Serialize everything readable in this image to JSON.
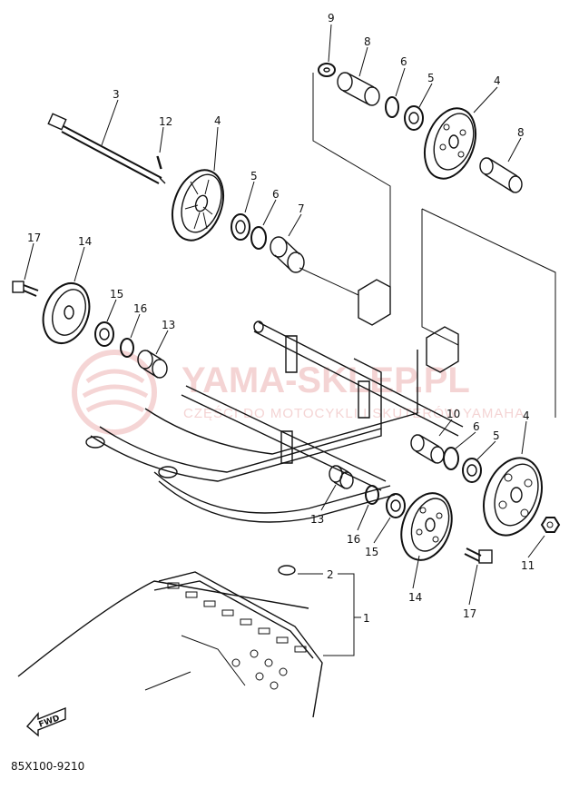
{
  "diagram": {
    "part_code": "85X100-9210",
    "fwd_label": "FWD",
    "watermark": {
      "main": "YAMA-SKLEP.PL",
      "sub": "CZĘŚCI DO MOTOCYKLI I SKUTERÓW YAMAHA"
    },
    "callouts": [
      {
        "id": "c9-top",
        "label": "9"
      },
      {
        "id": "c8-top",
        "label": "8"
      },
      {
        "id": "c6-top",
        "label": "6"
      },
      {
        "id": "c5-top",
        "label": "5"
      },
      {
        "id": "c4-top",
        "label": "4"
      },
      {
        "id": "c8-right",
        "label": "8"
      },
      {
        "id": "c3",
        "label": "3"
      },
      {
        "id": "c12",
        "label": "12"
      },
      {
        "id": "c4-mid",
        "label": "4"
      },
      {
        "id": "c5-mid",
        "label": "5"
      },
      {
        "id": "c6-mid",
        "label": "6"
      },
      {
        "id": "c7",
        "label": "7"
      },
      {
        "id": "c17-left",
        "label": "17"
      },
      {
        "id": "c14-left",
        "label": "14"
      },
      {
        "id": "c15-left",
        "label": "15"
      },
      {
        "id": "c16-left",
        "label": "16"
      },
      {
        "id": "c13-left",
        "label": "13"
      },
      {
        "id": "c10",
        "label": "10"
      },
      {
        "id": "c6-right",
        "label": "6"
      },
      {
        "id": "c5-right",
        "label": "5"
      },
      {
        "id": "c4-right",
        "label": "4"
      },
      {
        "id": "c13-bottom",
        "label": "13"
      },
      {
        "id": "c16-bottom",
        "label": "16"
      },
      {
        "id": "c15-bottom",
        "label": "15"
      },
      {
        "id": "c14-bottom",
        "label": "14"
      },
      {
        "id": "c11",
        "label": "11"
      },
      {
        "id": "c2",
        "label": "2"
      },
      {
        "id": "c1",
        "label": "1"
      },
      {
        "id": "c17-bottom",
        "label": "17"
      }
    ]
  }
}
